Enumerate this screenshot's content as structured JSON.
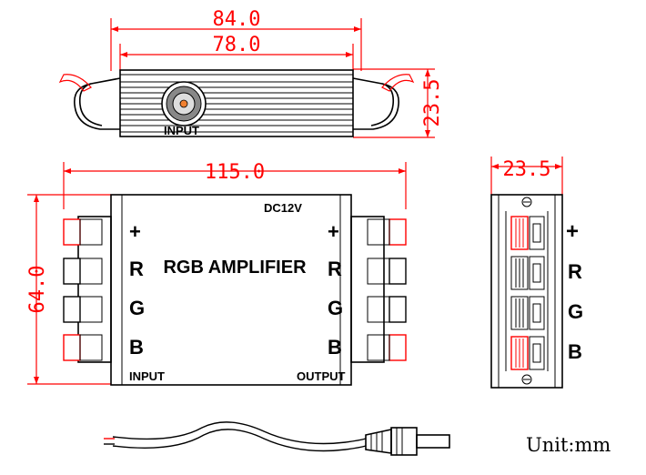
{
  "top_view": {
    "dim_overall": "84.0",
    "dim_body": "78.0",
    "dim_height": "23.5",
    "input_label": "INPUT"
  },
  "front_view": {
    "dim_width": "115.0",
    "dim_height": "64.0",
    "voltage": "DC12V",
    "title": "RGB AMPLIFIER",
    "left_pins": [
      "+",
      "R",
      "G",
      "B"
    ],
    "right_pins": [
      "+",
      "R",
      "G",
      "B"
    ],
    "input_label": "INPUT",
    "output_label": "OUTPUT"
  },
  "side_view": {
    "dim_width": "23.5",
    "legend": [
      {
        "label": "+",
        "color": "#000000"
      },
      {
        "label": "R",
        "color": "#ff0000"
      },
      {
        "label": "G",
        "color": "#00cc00"
      },
      {
        "label": "B",
        "color": "#0000ff"
      }
    ]
  },
  "unit_label": "Unit:mm"
}
